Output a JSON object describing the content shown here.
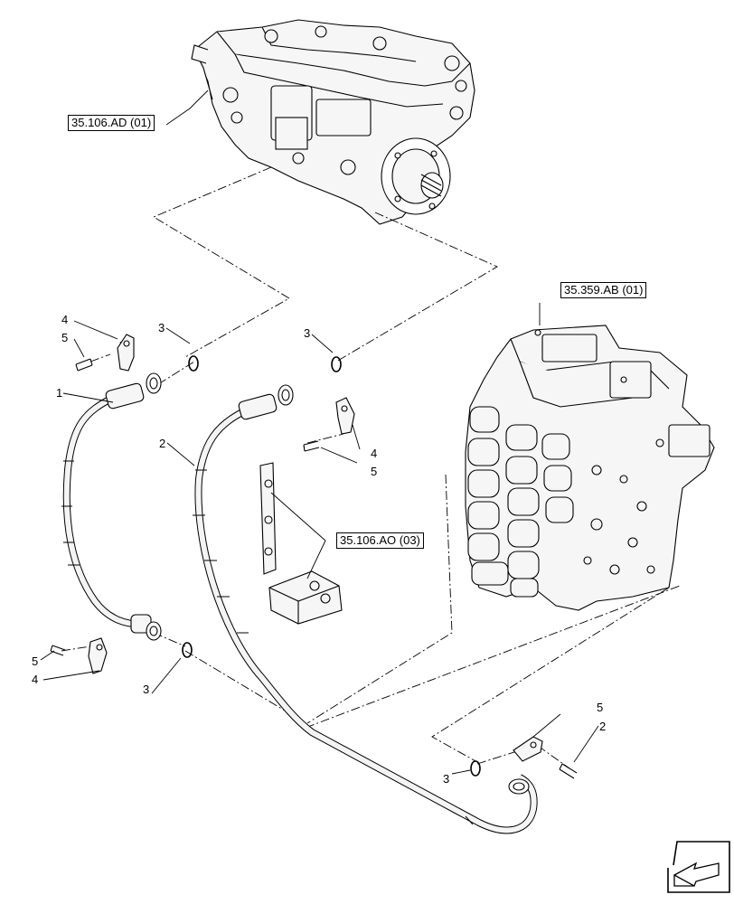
{
  "references": {
    "pump": "35.106.AD (01)",
    "valve": "35.359.AB (01)",
    "kit": "35.106.AO (03)"
  },
  "callouts": {
    "c4_top": "4",
    "c5_top": "5",
    "c3_left": "3",
    "c3_mid": "3",
    "c1": "1",
    "c2_hose": "2",
    "c4_mid": "4",
    "c5_mid": "5",
    "c5_bot": "5",
    "c4_bot": "4",
    "c3_bot": "3",
    "c5_right": "5",
    "c2_right": "2",
    "c3_right": "3"
  },
  "colors": {
    "line": "#000000",
    "background": "#ffffff",
    "part_fill": "#f2f2f2"
  },
  "icons": {
    "nav": "arrow-nav-icon"
  }
}
